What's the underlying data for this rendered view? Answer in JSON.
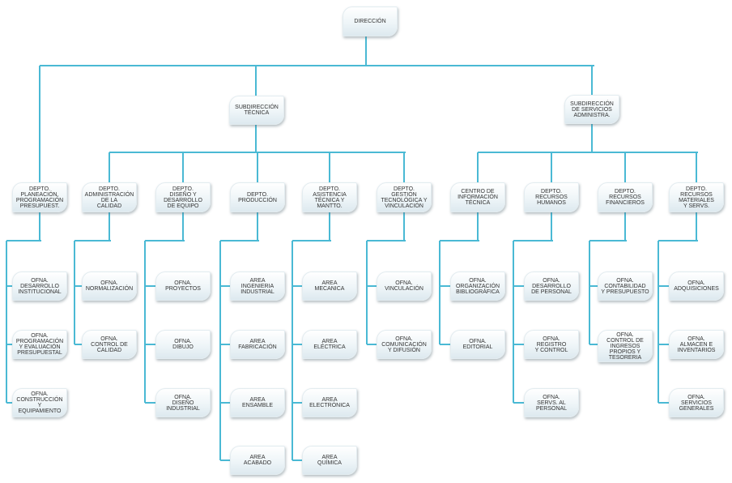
{
  "title": "DIRECCIÓN",
  "direct_department": {
    "name": "DEPTO.\nPLANEACIÓN,\nPROGRAMACIÓN\nPRESUPUEST.",
    "children": [
      "OFNA.\nDESARROLLO\nINSTITUCIONAL",
      "OFNA.\nPROGRAMACIÓN\nY EVALUACIÓN\nPRESUPUESTAL",
      "OFNA.\nCONSTRUCCIÓN\nY\nEQUIPAMIENTO"
    ]
  },
  "subdirections": [
    {
      "name": "SUBDIRECCIÓN\nTÉCNICA",
      "departments": [
        {
          "name": "DEPTO.\nADMINISTRACIÓN\nDE LA\nCALIDAD",
          "children": [
            "OFNA.\nNORMALIZACIÓN",
            "OFNA.\nCONTROL DE\nCALIDAD"
          ]
        },
        {
          "name": "DEPTO.\nDISEÑO Y\nDESARROLLO\nDE EQUIPO",
          "children": [
            "OFNA.\nPROYECTOS",
            "OFNA.\nDIBUJO",
            "OFNA.\nDISEÑO\nINDUSTRIAL"
          ]
        },
        {
          "name": "DEPTO.\nPRODUCCIÓN",
          "children": [
            "AREA\nINGENIERIA\nINDUSTRIAL",
            "AREA\nFABRICACIÓN",
            "AREA\nENSAMBLE",
            "AREA\nACABADO"
          ]
        },
        {
          "name": "DEPTO.\nASISTENCIA\nTÉCNICA Y\nMANTTO.",
          "children": [
            "AREA\nMECANICA",
            "AREA\nELÉCTRICA",
            "AREA\nELECTRÓNICA",
            "AREA\nQUÍMICA"
          ]
        },
        {
          "name": "DEPTO.\nGESTIÓN\nTECNOLÓGICA Y\nVINCULACIÓN",
          "children": [
            "OFNA.\nVINCULACIÓN",
            "OFNA.\nCOMUNICACIÓN\nY DIFUSIÓN"
          ]
        }
      ]
    },
    {
      "name": "SUBDIRECCIÓN\nDE SERVICIOS\nADMINISTRA.",
      "departments": [
        {
          "name": "CENTRO DE\nINFORMACIÓN\nTÉCNICA",
          "children": [
            "OFNA.\nORGANIZACIÓN\nBIBLIOGRÁFICA",
            "OFNA.\nEDITORIAL"
          ]
        },
        {
          "name": "DEPTO.\nRECURSOS\nHUMANOS",
          "children": [
            "OFNA.\nDESARROLLO\nDE PERSONAL",
            "OFNA.\nREGISTRO\nY CONTROL",
            "OFNA.\nSERVS. AL\nPERSONAL"
          ]
        },
        {
          "name": "DEPTO.\nRECURSOS\nFINANCIEROS",
          "children": [
            "OFNA.\nCONTABILIDAD\nY PRESUPUESTO",
            "OFNA.\nCONTROL DE\nINGRESOS\nPROPIOS Y\nTESORERIA"
          ]
        },
        {
          "name": "DEPTO.\nRECURSOS\nMATERIALES\nY SERVS.",
          "children": [
            "OFNA.\nADQUISICIONES",
            "OFNA.\nALMACEN E\nINVENTARIOS",
            "OFNA.\nSERVICIOS\nGENERALES"
          ]
        }
      ]
    }
  ]
}
